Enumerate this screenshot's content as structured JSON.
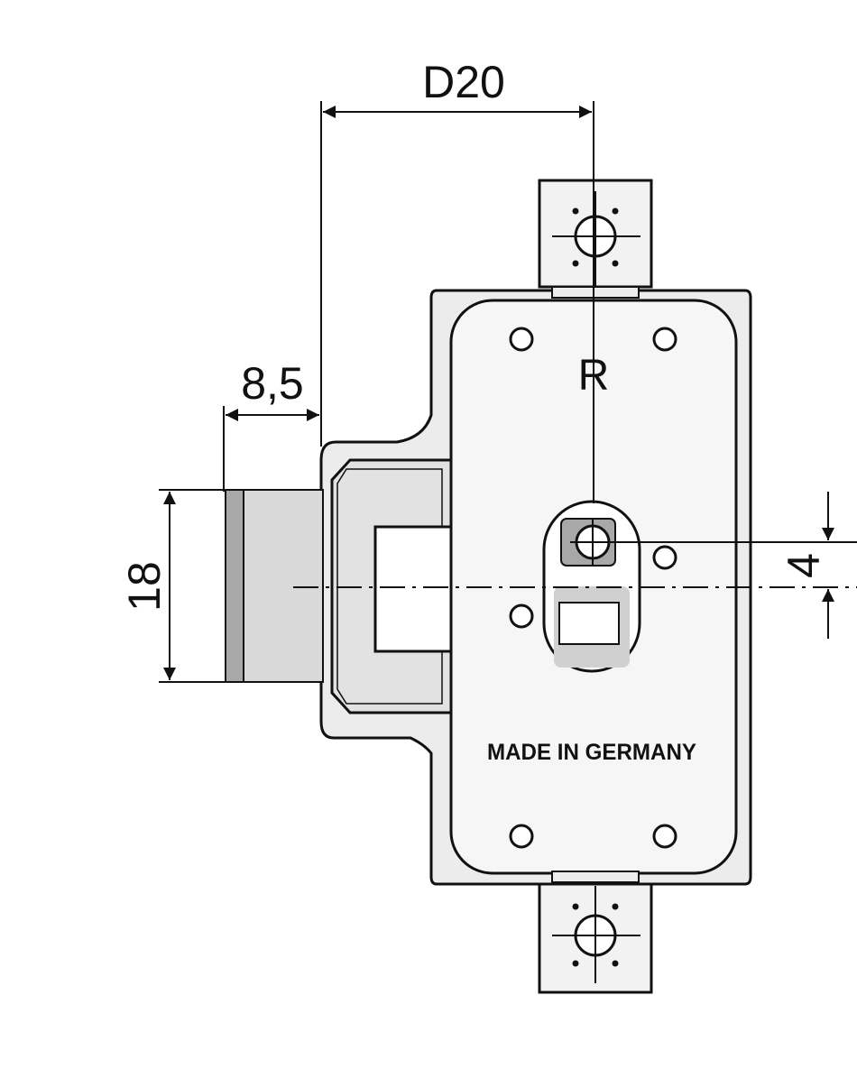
{
  "drawing": {
    "dimensions": {
      "backset": "D20",
      "cylinder_projection": "8,5",
      "cylinder_diameter": "18",
      "offset": "4"
    },
    "hand_marking": "R",
    "stamp_text": "MADE IN GERMANY",
    "colors": {
      "line": "#111111",
      "body_fill": "#ececec",
      "plate_fill": "#f2f2f2",
      "cylinder_fill": "#d9d9d9",
      "dark_fill": "#a8a8a8"
    }
  }
}
